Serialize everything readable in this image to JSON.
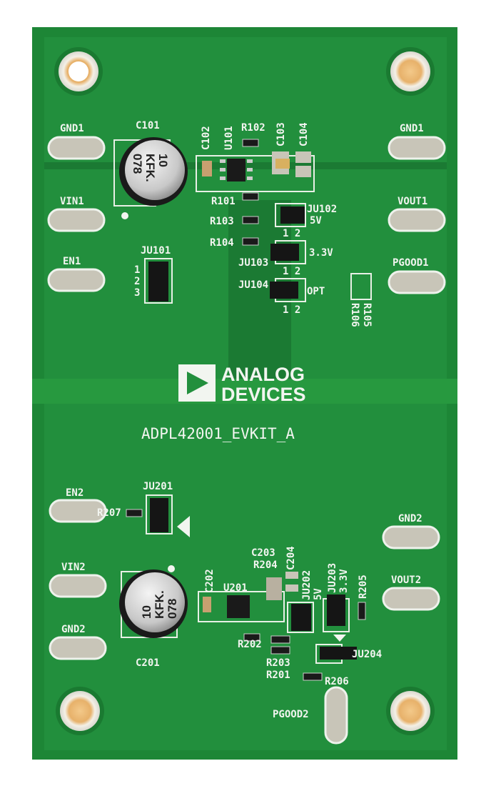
{
  "board": {
    "name": "ADPL42001_EVKIT_A",
    "logo_line1": "ANALOG",
    "logo_line2": "DEVICES",
    "colors": {
      "solder_mask": "#1f8a38",
      "copper_pad": "#c9c9c2",
      "silkscreen": "#f2f5f0"
    }
  },
  "terminals": {
    "gnd1_left": "GND1",
    "vin1": "VIN1",
    "en1": "EN1",
    "gnd1_right": "GND1",
    "vout1": "VOUT1",
    "pgood1": "PGOOD1",
    "en2": "EN2",
    "vin2": "VIN2",
    "gnd2_left": "GND2",
    "gnd2_right": "GND2",
    "vout2": "VOUT2",
    "pgood2": "PGOOD2"
  },
  "refdes": {
    "c101": "C101",
    "c102": "C102",
    "u101": "U101",
    "r102": "R102",
    "c103": "C103",
    "c104": "C104",
    "r101": "R101",
    "r103": "R103",
    "r104": "R104",
    "ju101": "JU101",
    "ju101_pins": [
      "1",
      "2",
      "3"
    ],
    "ju102": "JU102",
    "ju102_opt": "5V",
    "ju103": "JU103",
    "ju103_opt": "3.3V",
    "ju104": "JU104",
    "ju104_opt": "OPT",
    "pins12": "1 2",
    "r106": "R106",
    "r105": "R105",
    "ju201": "JU201",
    "r207": "R207",
    "c202": "C202",
    "u201": "U201",
    "c203": "C203",
    "r204": "R204",
    "c204": "C204",
    "ju202": "JU202",
    "ju202_opt": "5V",
    "ju203": "JU203",
    "ju203_opt": "3.3V",
    "r205": "R205",
    "r202": "R202",
    "r203": "R203",
    "r201": "R201",
    "ju204": "JU204",
    "r206": "R206",
    "c201": "C201"
  },
  "capacitor_marking": {
    "line1": "10",
    "line2": "KFK.",
    "line3": "078"
  }
}
